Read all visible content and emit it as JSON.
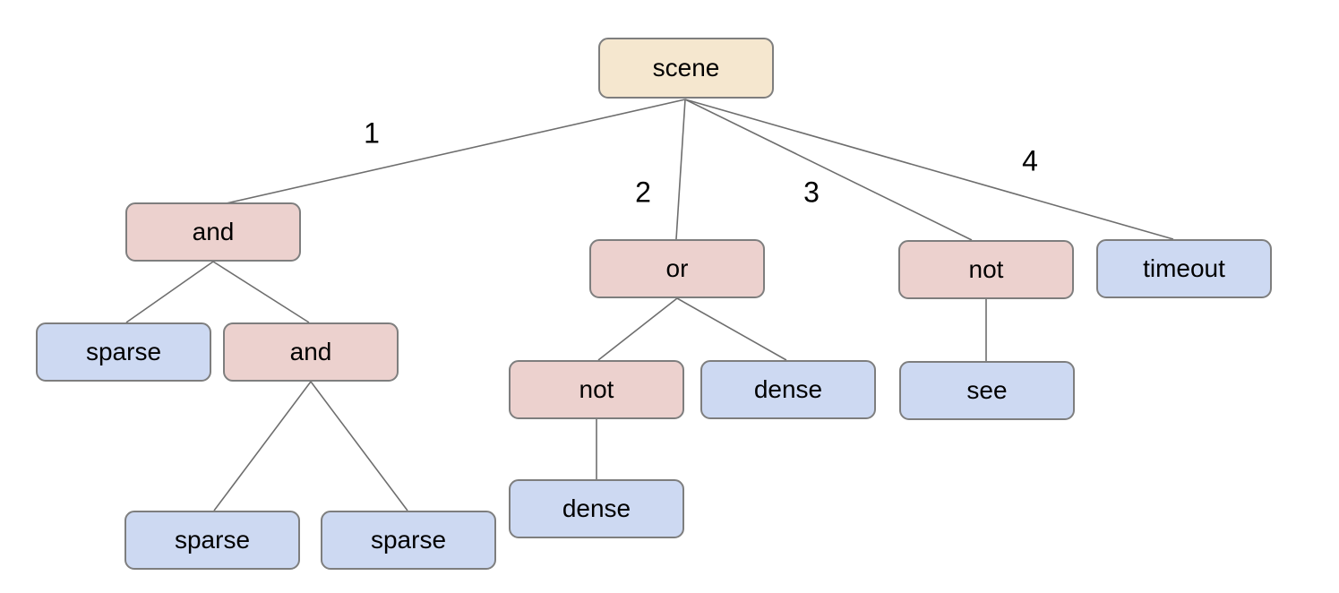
{
  "diagram": {
    "type": "tree",
    "root": "scene",
    "background": "#ffffff"
  },
  "colors": {
    "root_fill": "#f5e7cf",
    "operator_fill": "#ecd1ce",
    "leaf_fill": "#cdd9f2",
    "node_border": "#7e7e7e",
    "edge_line": "#6e6e6e",
    "text": "#000000"
  },
  "nodes": [
    {
      "id": "scene",
      "label": "scene",
      "role": "root"
    },
    {
      "id": "and-1",
      "label": "and",
      "role": "operator"
    },
    {
      "id": "or-1",
      "label": "or",
      "role": "operator"
    },
    {
      "id": "not-1",
      "label": "not",
      "role": "operator"
    },
    {
      "id": "timeout",
      "label": "timeout",
      "role": "leaf"
    },
    {
      "id": "sparse-1",
      "label": "sparse",
      "role": "leaf"
    },
    {
      "id": "and-2",
      "label": "and",
      "role": "operator"
    },
    {
      "id": "not-2",
      "label": "not",
      "role": "operator"
    },
    {
      "id": "dense-1",
      "label": "dense",
      "role": "leaf"
    },
    {
      "id": "see",
      "label": "see",
      "role": "leaf"
    },
    {
      "id": "sparse-2",
      "label": "sparse",
      "role": "leaf"
    },
    {
      "id": "sparse-3",
      "label": "sparse",
      "role": "leaf"
    },
    {
      "id": "dense-2",
      "label": "dense",
      "role": "leaf"
    }
  ],
  "edges": [
    {
      "from": "scene",
      "to": "and-1",
      "label": "1"
    },
    {
      "from": "scene",
      "to": "or-1",
      "label": "2"
    },
    {
      "from": "scene",
      "to": "not-1",
      "label": "3"
    },
    {
      "from": "scene",
      "to": "timeout",
      "label": "4"
    },
    {
      "from": "and-1",
      "to": "sparse-1",
      "label": ""
    },
    {
      "from": "and-1",
      "to": "and-2",
      "label": ""
    },
    {
      "from": "and-2",
      "to": "sparse-2",
      "label": ""
    },
    {
      "from": "and-2",
      "to": "sparse-3",
      "label": ""
    },
    {
      "from": "or-1",
      "to": "not-2",
      "label": ""
    },
    {
      "from": "or-1",
      "to": "dense-1",
      "label": ""
    },
    {
      "from": "not-2",
      "to": "dense-2",
      "label": ""
    },
    {
      "from": "not-1",
      "to": "see",
      "label": ""
    }
  ]
}
